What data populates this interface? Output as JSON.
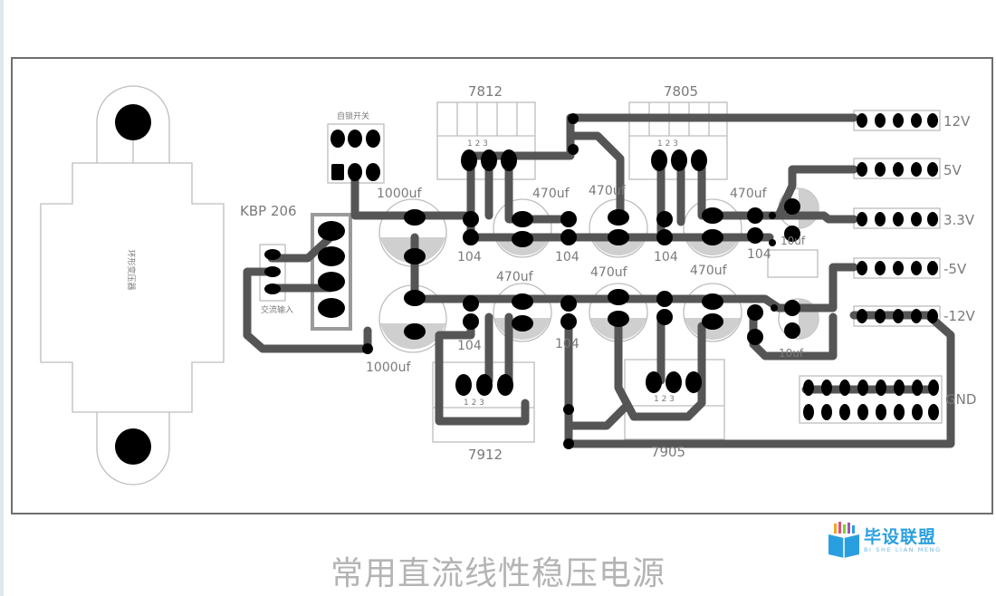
{
  "title": "常用直流线性稳压电源",
  "brand": {
    "name": "毕设联盟",
    "sub": "BI SHE LIAN MENG"
  },
  "labels": {
    "reg_7812": "7812",
    "reg_7805": "7805",
    "reg_7912": "7912",
    "reg_7905": "7905",
    "bridge": "KBP 206",
    "switch": "自锁开关",
    "ac_input": "交流输入",
    "transformer": "环形变压器",
    "cap_1000_top": "1000uf",
    "cap_1000_bot": "1000uf",
    "cap_470_1": "470uf",
    "cap_470_2": "470uf",
    "cap_470_3": "470uf",
    "cap_470_4": "470uf",
    "cap_470_5": "470uf",
    "cap_470_6": "470uf",
    "c104_1": "104",
    "c104_2": "104",
    "c104_3": "104",
    "c104_4": "104",
    "c104_5": "104",
    "c104_6": "104",
    "c10uf_top": "10uf",
    "c10uf_bot": "10uf",
    "pin_123_a": "1 2 3",
    "pin_123_b": "1 2 3",
    "pin_123_c": "1 2 3",
    "pin_123_d": "1 2 3",
    "out_12v": "12V",
    "out_5v": "5V",
    "out_3v3": "3.3V",
    "out_m5v": "-5V",
    "out_m12v": "-12V",
    "out_gnd": "GND"
  },
  "colors": {
    "trace": "#555555",
    "pad": "#000000",
    "silk": "#bdbdbd",
    "label": "#7a7a7a",
    "brand": "#2a9fe0"
  }
}
